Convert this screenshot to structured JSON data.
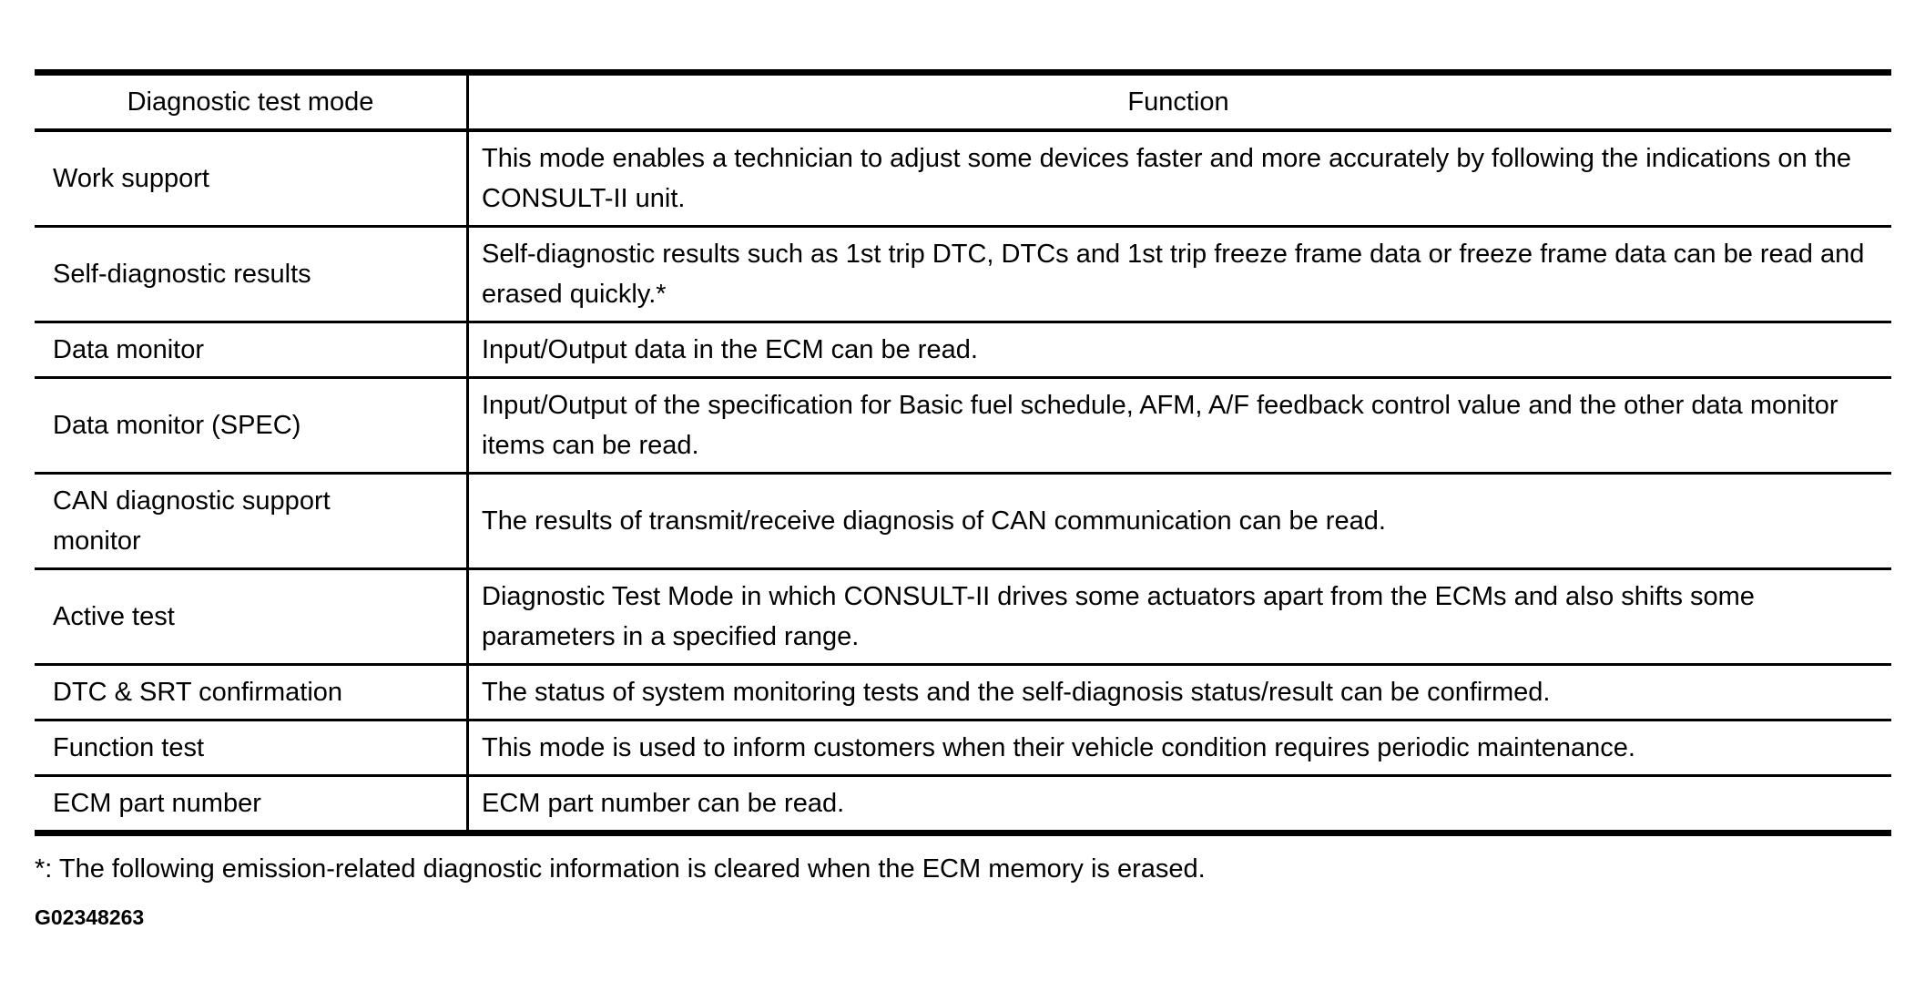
{
  "page": {
    "background_color": "#ffffff",
    "text_color": "#000000",
    "border_color": "#000000"
  },
  "table": {
    "headers": {
      "mode": "Diagnostic test mode",
      "function": "Function"
    },
    "rows": [
      {
        "mode": "Work support",
        "function": "This mode enables a technician to adjust some devices faster and more accurately by following the indications on the CONSULT-II unit."
      },
      {
        "mode": "Self-diagnostic results",
        "function": "Self-diagnostic results such as 1st trip DTC, DTCs and 1st trip freeze frame data or freeze frame data can be read and erased quickly.*"
      },
      {
        "mode": "Data monitor",
        "function": "Input/Output data in the ECM can be read."
      },
      {
        "mode": "Data monitor (SPEC)",
        "function": "Input/Output of the specification for Basic fuel schedule, AFM, A/F feedback control value and the other data monitor items can be read."
      },
      {
        "mode": "CAN diagnostic support monitor",
        "function": "The results of transmit/receive diagnosis of CAN communication can be read."
      },
      {
        "mode": "Active test",
        "function": "Diagnostic Test Mode in which CONSULT-II drives some actuators apart from the ECMs and also shifts some parameters in a specified range."
      },
      {
        "mode": "DTC & SRT confirmation",
        "function": "The status of system monitoring tests and the self-diagnosis status/result can be confirmed."
      },
      {
        "mode": "Function test",
        "function": "This mode is used to inform customers when their vehicle condition requires periodic maintenance."
      },
      {
        "mode": "ECM part number",
        "function": "ECM part number can be read."
      }
    ]
  },
  "footnote": "*: The following emission-related diagnostic information is cleared when the ECM memory is erased.",
  "figure_id": "G02348263"
}
